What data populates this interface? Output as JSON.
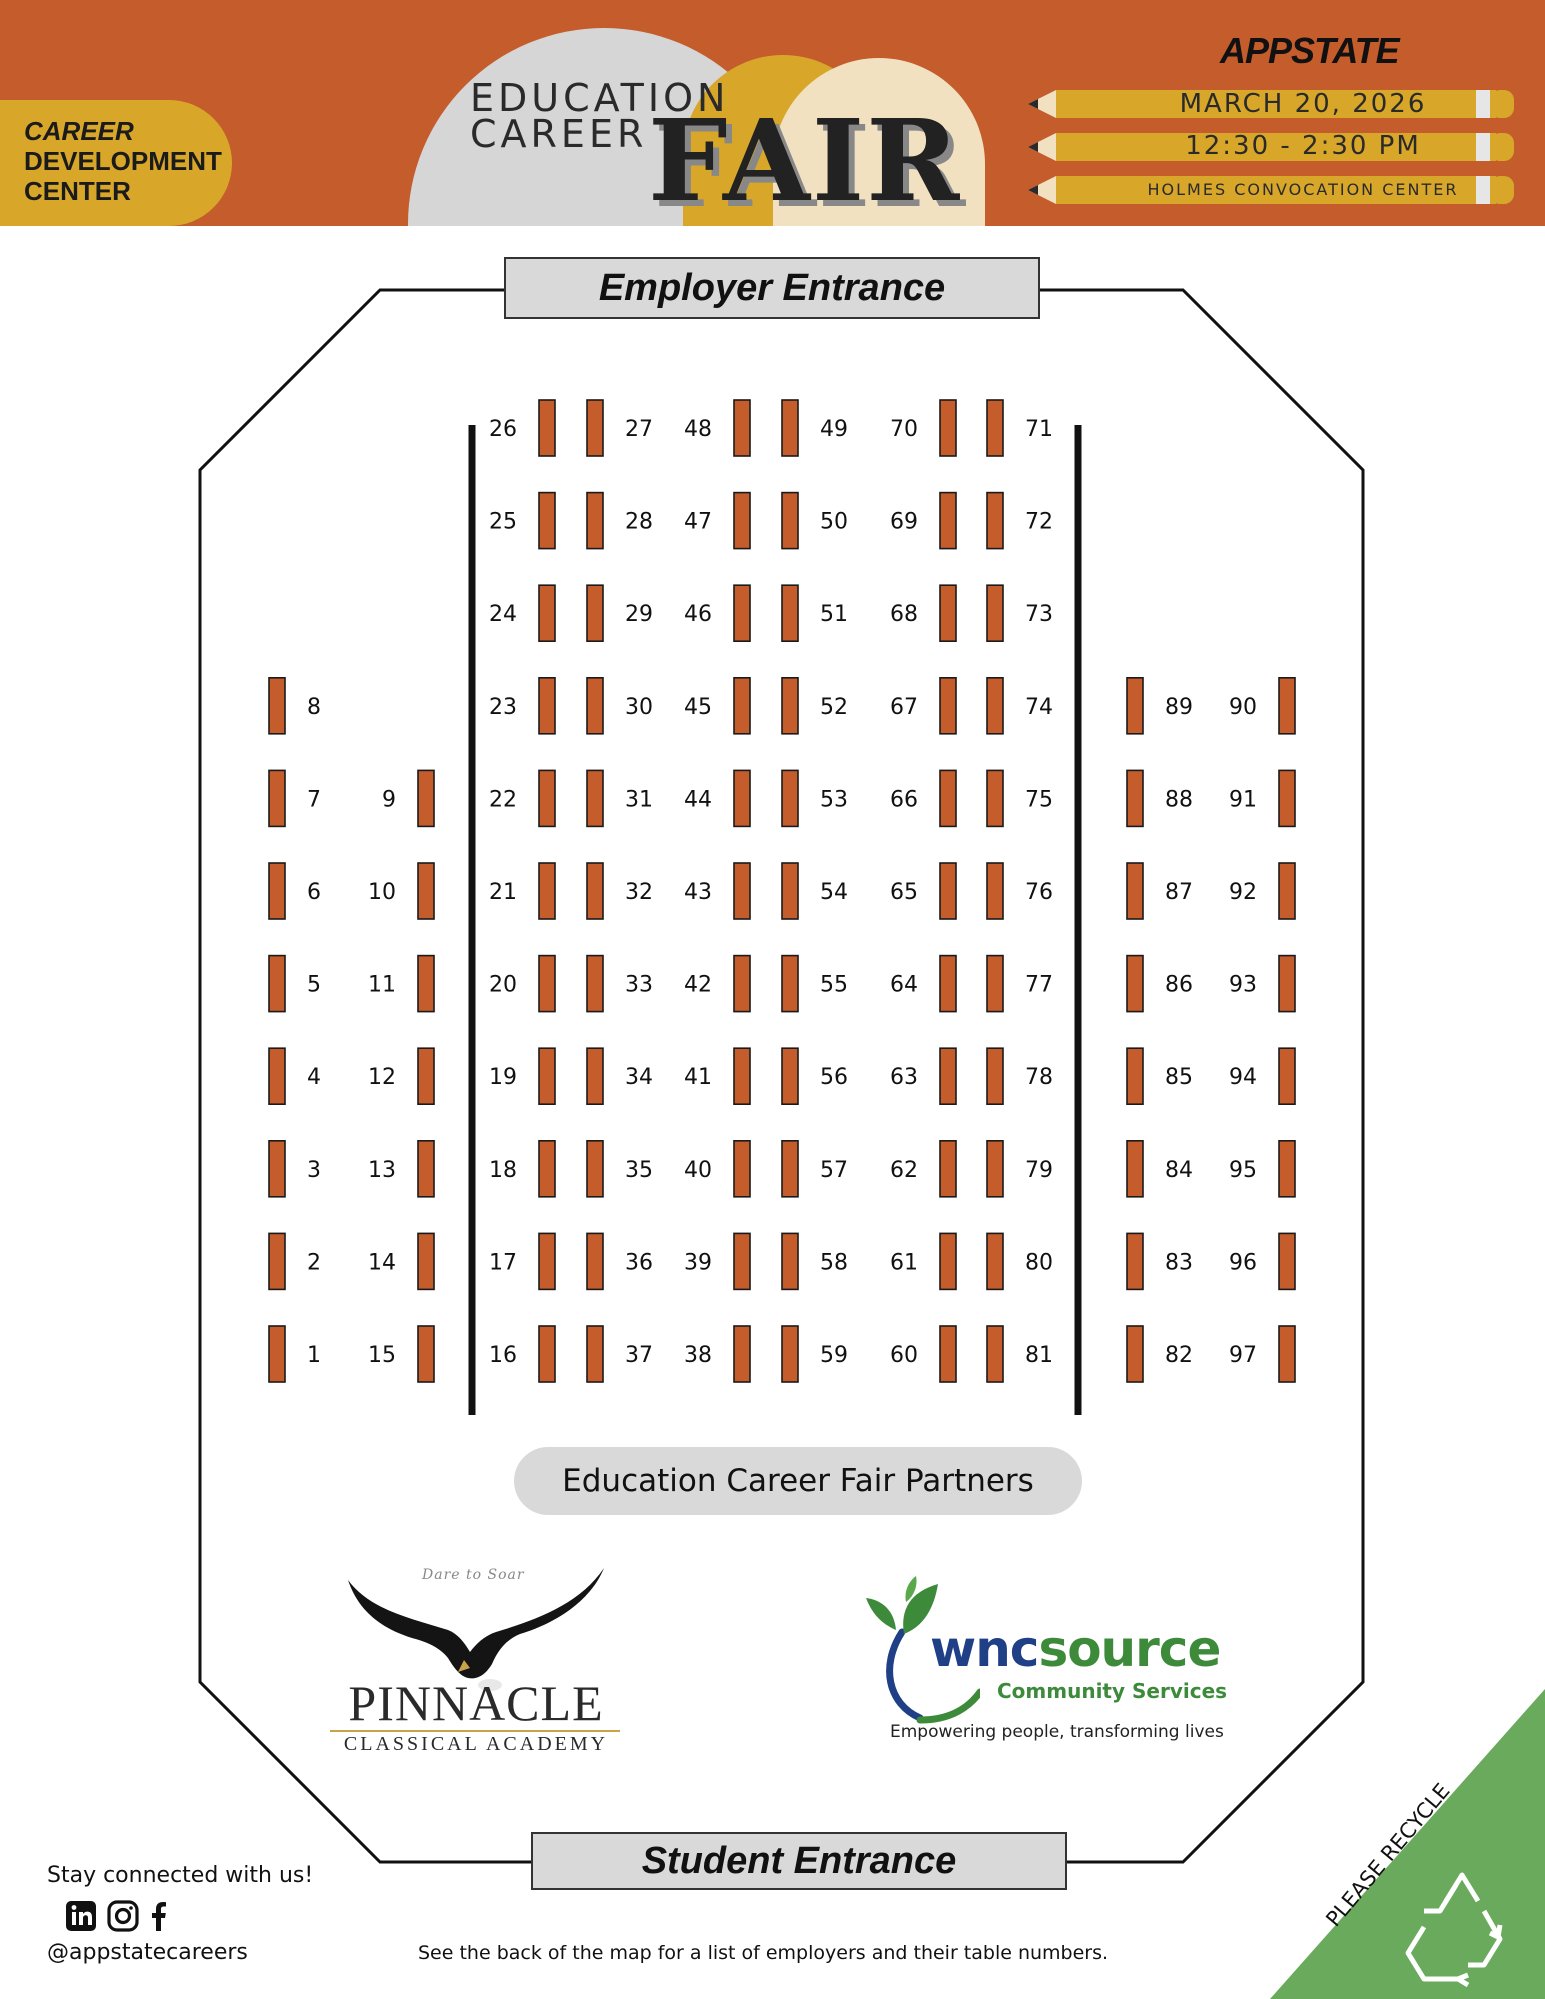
{
  "header": {
    "cdc_lines": [
      "CAREER",
      "DEVELOPMENT",
      "CENTER"
    ],
    "title_line1": "EDUCATION",
    "title_line2": "CAREER",
    "title_big": "FAIR",
    "brand": "APPSTATE",
    "date": "MARCH 20, 2026",
    "time": "12:30 - 2:30 PM",
    "location": "HOLMES CONVOCATION CENTER",
    "colors": {
      "background": "#c45c2c",
      "gold": "#d8a72a",
      "gray": "#d6d6d6",
      "cream": "#f1e1c1"
    }
  },
  "map": {
    "employer_entrance": "Employer Entrance",
    "student_entrance": "Student Entrance",
    "table_color": "#c45c2c",
    "table_columns": [
      {
        "label_side": "right",
        "tables": [
          8,
          7,
          6,
          5,
          4,
          3,
          2,
          1
        ]
      },
      {
        "label_side": "left",
        "tables": [
          9,
          10,
          11,
          12,
          13,
          14,
          15
        ]
      },
      {
        "label_side": "left",
        "tables": [
          26,
          25,
          24,
          23,
          22,
          21,
          20,
          19,
          18,
          17,
          16
        ]
      },
      {
        "label_side": "right",
        "tables": [
          27,
          28,
          29,
          30,
          31,
          32,
          33,
          34,
          35,
          36,
          37
        ]
      },
      {
        "label_side": "left",
        "tables": [
          48,
          47,
          46,
          45,
          44,
          43,
          42,
          41,
          40,
          39,
          38
        ]
      },
      {
        "label_side": "right",
        "tables": [
          49,
          50,
          51,
          52,
          53,
          54,
          55,
          56,
          57,
          58,
          59
        ]
      },
      {
        "label_side": "left",
        "tables": [
          70,
          69,
          68,
          67,
          66,
          65,
          64,
          63,
          62,
          61,
          60
        ]
      },
      {
        "label_side": "right",
        "tables": [
          71,
          72,
          73,
          74,
          75,
          76,
          77,
          78,
          79,
          80,
          81
        ]
      },
      {
        "label_side": "right",
        "tables": [
          89,
          88,
          87,
          86,
          85,
          84,
          83,
          82
        ]
      },
      {
        "label_side": "left",
        "tables": [
          90,
          91,
          92,
          93,
          94,
          95,
          96,
          97
        ]
      }
    ]
  },
  "partners": {
    "label": "Education Career Fair Partners",
    "pinnacle": {
      "tagline": "Dare to Soar",
      "name": "PINNACLE",
      "subtitle": "CLASSICAL ACADEMY"
    },
    "wnc": {
      "name_part1": "wnc",
      "name_part2": "source",
      "subtitle": "Community Services",
      "slogan": "Empowering people, transforming lives"
    }
  },
  "footer": {
    "stay_connected": "Stay connected with us!",
    "social_icons": [
      "linkedin-icon",
      "instagram-icon",
      "facebook-icon"
    ],
    "handle": "@appstatecareers",
    "back_note": "See the back of the map for a list of employers and their table numbers.",
    "recycle": "PLEASE RECYCLE",
    "recycle_color": "#6aaa5c"
  }
}
